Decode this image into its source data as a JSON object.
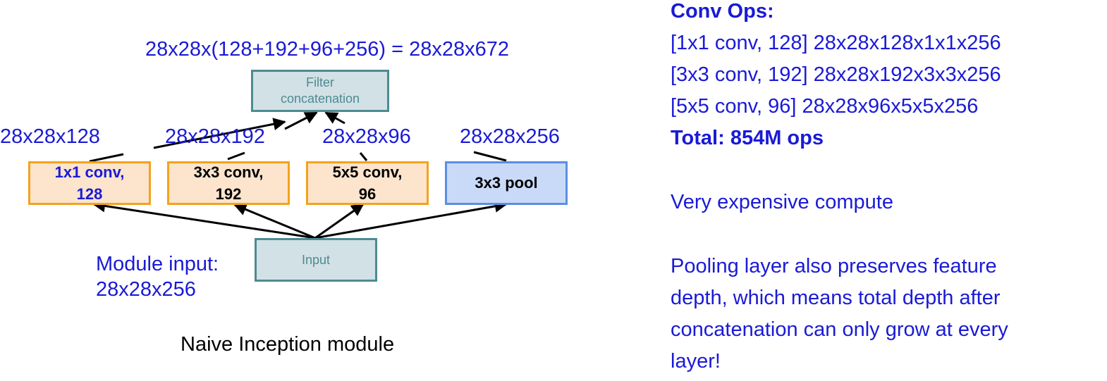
{
  "diagram": {
    "output_formula": "28x28x(128+192+96+256) = 28x28x672",
    "concat_box": "Filter concatenation",
    "input_box": "Input",
    "branch_sizes": [
      "28x28x128",
      "28x28x192",
      "28x28x96",
      "28x28x256"
    ],
    "branches": [
      {
        "line1": "1x1 conv,",
        "line2": "128"
      },
      {
        "line1": "3x3 conv,",
        "line2": "192"
      },
      {
        "line1": "5x5 conv,",
        "line2": "96"
      },
      {
        "line1": "3x3 pool",
        "line2": ""
      }
    ],
    "module_input_label": "Module input:",
    "module_input_size": "28x28x256",
    "caption": "Naive Inception module"
  },
  "right_panel": {
    "heading": "Conv Ops:",
    "ops": [
      "[1x1 conv, 128]  28x28x128x1x1x256",
      "[3x3 conv, 192]  28x28x192x3x3x256",
      "[5x5 conv, 96]  28x28x96x5x5x256"
    ],
    "total": "Total: 854M ops",
    "note": "Very expensive compute",
    "paragraph_lines": [
      "Pooling layer also preserves feature",
      "depth, which means total depth after",
      "concatenation can only grow at every",
      "layer!"
    ]
  },
  "colors": {
    "text_blue": "#1a1ad6",
    "gray_box_fill": "#d2e1e5",
    "gray_box_border": "#4d8b92",
    "orange_fill": "#fce4cd",
    "orange_border": "#f4a21c",
    "pool_fill": "#c9daf8",
    "pool_border": "#5b8ee5"
  }
}
